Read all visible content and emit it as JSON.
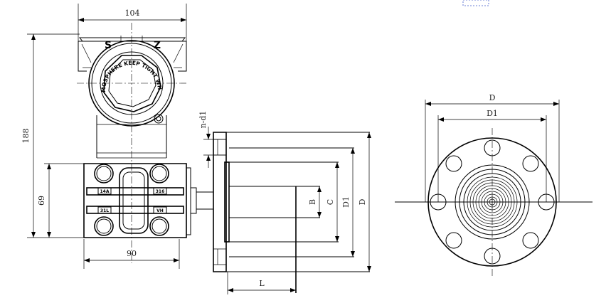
{
  "dimensions": {
    "transmitter_width": "104",
    "transmitter_height": "188",
    "body_height": "69",
    "body_width": "90",
    "bolt_holes": "n-d1",
    "flange_b": "B",
    "flange_c": "C",
    "flange_d1": "D1",
    "flange_d": "D",
    "flange_l": "L",
    "front_d": "D",
    "front_d1": "D1"
  },
  "housing": {
    "ring_text": "IN EXPLOSIVE ATMOSPHERE KEEP TIGHT WHEN CIRCUIT ALIVE",
    "zero_label": "Z",
    "span_label": "S"
  },
  "body_labels": {
    "label_14a": "14A",
    "label_316": "316",
    "label_316l": "31L",
    "label_vh": "VH"
  }
}
